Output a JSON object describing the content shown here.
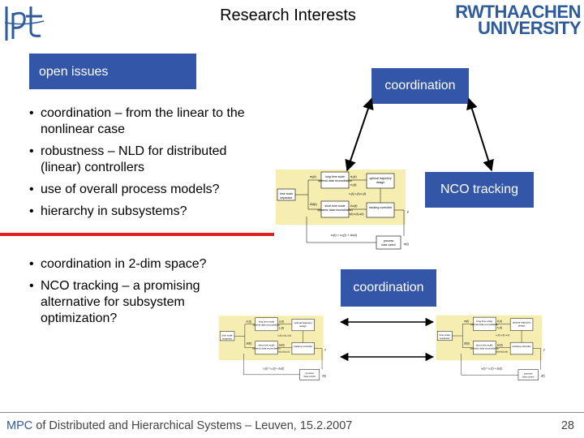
{
  "header": {
    "title": "Research Interests",
    "logo_left": "lpt",
    "logo_right_line1": "RWTHAACHEN",
    "logo_right_line2": "UNIVERSITY"
  },
  "boxes": {
    "open_issues": "open issues",
    "coordination_top": "coordination",
    "nco_tracking": "NCO tracking",
    "coordination_mid": "coordination"
  },
  "bullets_top": [
    "coordination – from the linear to the nonlinear case",
    "robustness – NLD for distributed (linear) controllers",
    "use of overall process models?",
    "hierarchy in subsystems?"
  ],
  "bullets_bottom": [
    "coordination in 2-dim space?",
    "NCO tracking – a promising alternative for subsystem optimization?"
  ],
  "diagram_labels": {
    "long_time_scale": "long time scale optimal data reconciliation",
    "optimal_trajectory": "optimal trajectory design",
    "short_time_scale": "short time scale dynamic data reconciliation",
    "tracking_controller": "tracking controller",
    "time_scale_separator": "time scale separator",
    "process": "process including base control",
    "d0": "d₀(t)",
    "x0": "x₀(t)",
    "mtj": "mⱼ(t)",
    "dk": "Δ̂d(t)",
    "dx": "Δx(t)",
    "dkt": "dₖ",
    "formula_right": "x₀(t),v₀(t),u₀(t)",
    "formula_right2": "xₗ(t),vₗ(t),uₗ(t)",
    "u_eq": "uₗ(t) = u₀(t) + Δu(t)",
    "d_out": "d(t)",
    "y_out": "y"
  },
  "colors": {
    "accent_blue": "#3356a8",
    "divider_red": "#e02020",
    "diagram_yellow": "#f6edb0",
    "logo_blue": "#2e5b9c"
  },
  "footer": {
    "prefix": "MPC",
    "text": " of Distributed and Hierarchical Systems – Leuven, 15.2.2007",
    "page": "28"
  }
}
